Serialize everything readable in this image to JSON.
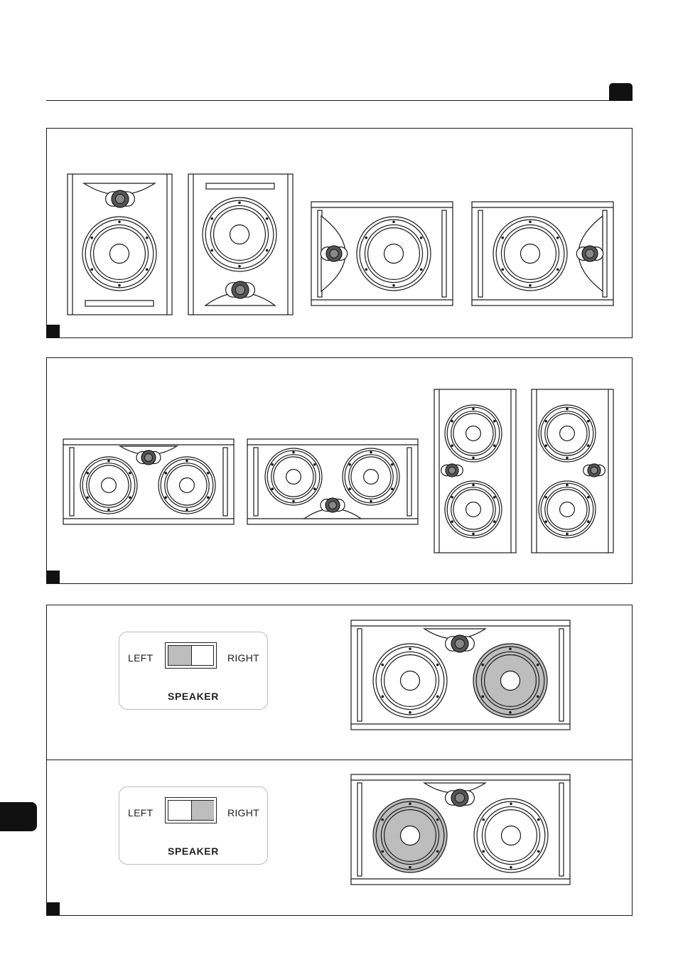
{
  "switches": [
    {
      "left_label": "LEFT",
      "right_label": "RIGHT",
      "title": "SPEAKER",
      "position": "left"
    },
    {
      "left_label": "LEFT",
      "right_label": "RIGHT",
      "title": "SPEAKER",
      "position": "right"
    }
  ],
  "highlight_color": "#bdbdbd"
}
